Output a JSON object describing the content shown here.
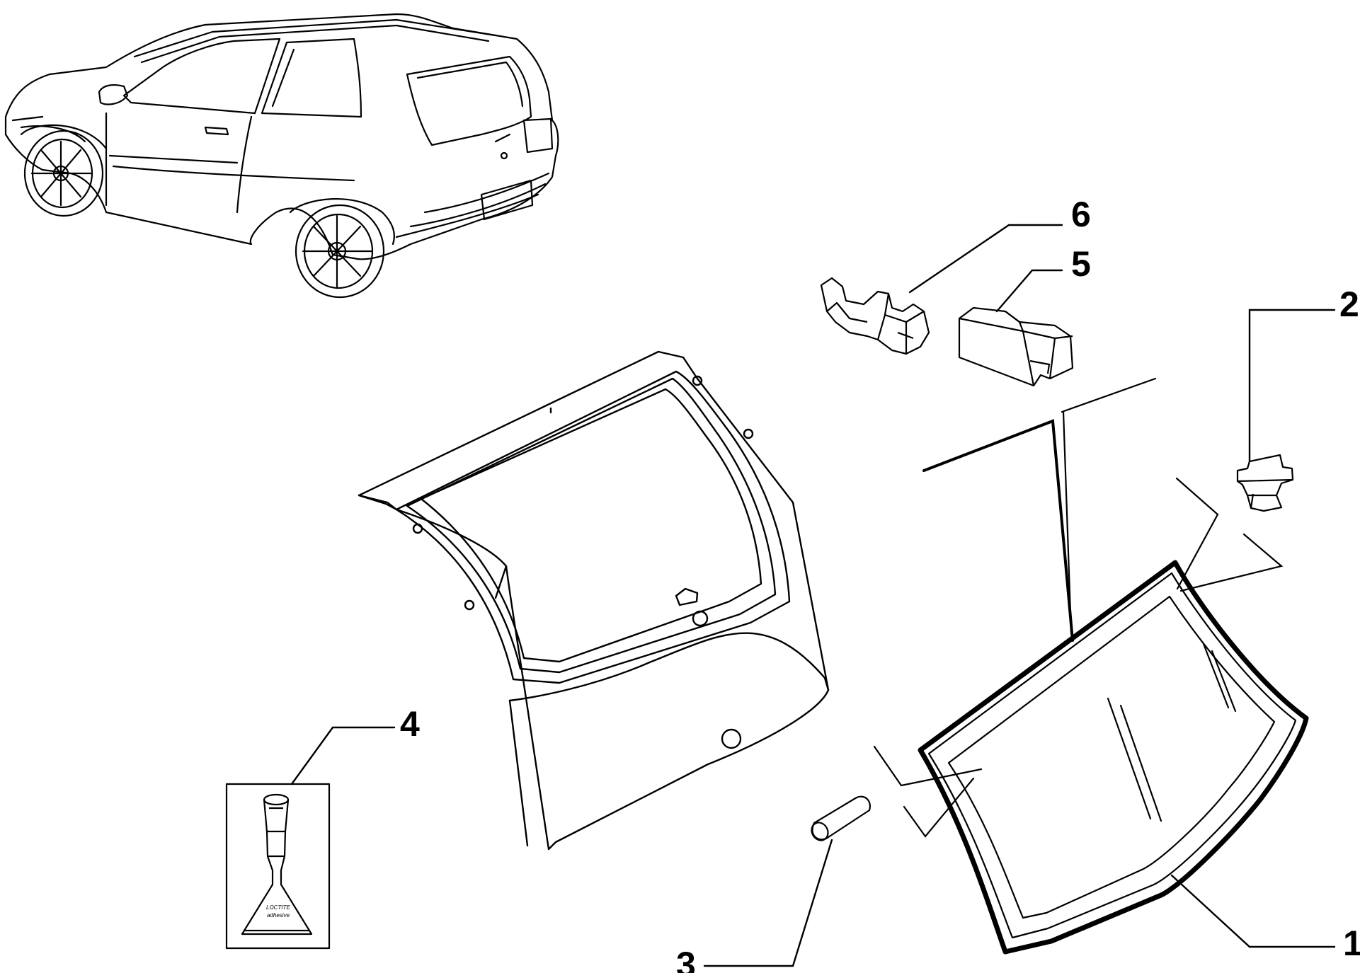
{
  "diagram": {
    "callouts": [
      {
        "id": "1",
        "label": "1"
      },
      {
        "id": "2",
        "label": "2"
      },
      {
        "id": "3",
        "label": "3"
      },
      {
        "id": "4",
        "label": "4"
      },
      {
        "id": "5",
        "label": "5"
      },
      {
        "id": "6",
        "label": "6"
      }
    ],
    "adhesive_tube": {
      "brand": "LOCTITE",
      "text": "adhesive"
    },
    "colors": {
      "line": "#000000",
      "background": "#ffffff"
    }
  }
}
